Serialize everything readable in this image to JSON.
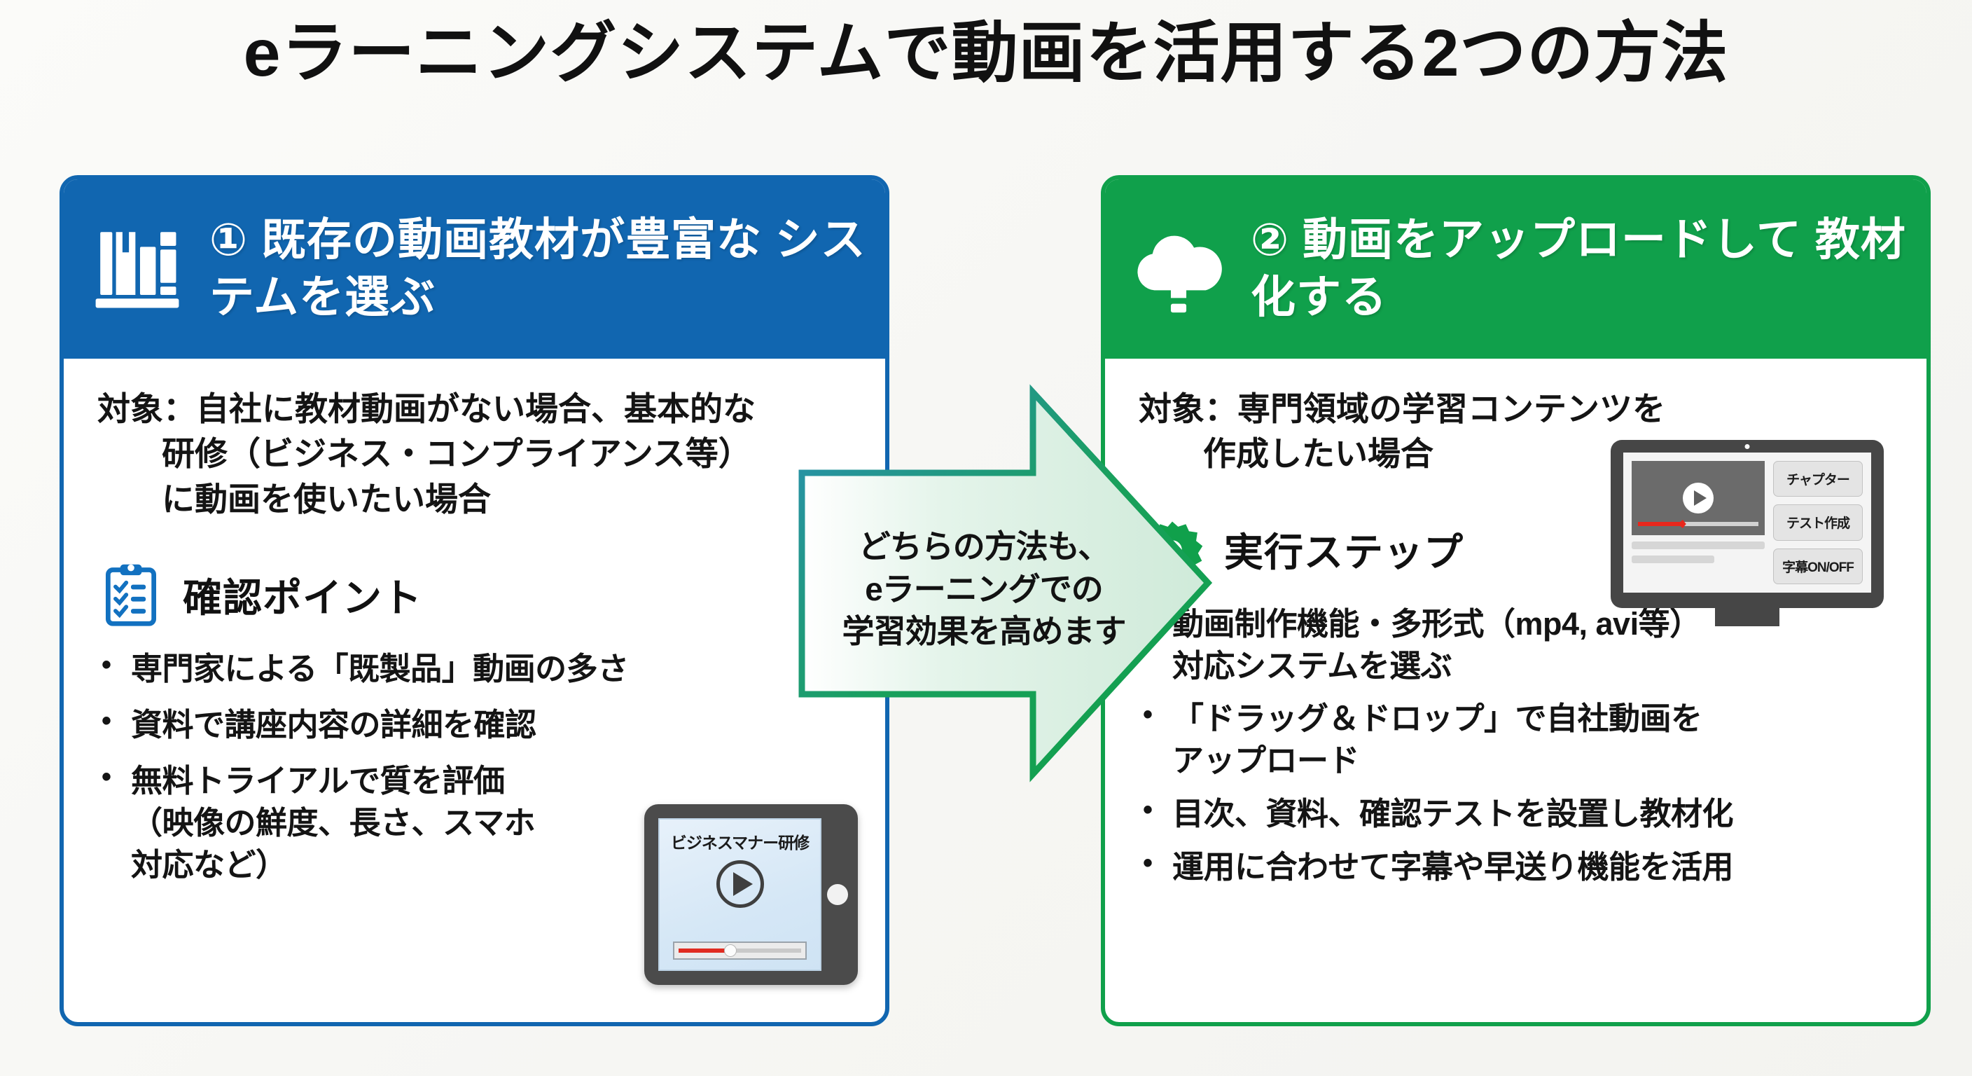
{
  "page": {
    "title": "eラーニングシステムで動画を活用する2つの方法",
    "background_color": "#faf9f7"
  },
  "colors": {
    "blue": "#1166b0",
    "green": "#10a04b",
    "text": "#141414",
    "arrow_stroke": "#16a05a",
    "accent_red": "#e8271c"
  },
  "left_panel": {
    "accent_color": "#1166b0",
    "icon": "bookshelf-icon",
    "header_title": "① 既存の動画教材が豊富な\nシステムを選ぶ",
    "header_title_line1": "① 既存の動画教材が豊富な",
    "header_title_line2": "システムを選ぶ",
    "target_line1": "対象：自社に教材動画がない場合、基本的な",
    "target_line2": "研修（ビジネス・コンプライアンス等）",
    "target_line3": "に動画を使いたい場合",
    "section_icon": "clipboard-checklist-icon",
    "section_title": "確認ポイント",
    "bullets": [
      "専門家による「既製品」動画の多さ",
      "資料で講座内容の詳細を確認",
      "無料トライアルで質を評価\n（映像の鮮度、長さ、スマホ\n対応など）"
    ],
    "bullet_items": [
      {
        "line1": "専門家による「既製品」動画の多さ"
      },
      {
        "line1": "資料で講座内容の詳細を確認"
      },
      {
        "line1": "無料トライアルで質を評価",
        "line2": "（映像の鮮度、長さ、スマホ",
        "line3": "対応など）"
      }
    ],
    "device": {
      "type": "tablet",
      "screen_title": "ビジネスマナー研修",
      "play_icon": "play-icon",
      "progress_percent": 38
    }
  },
  "right_panel": {
    "accent_color": "#10a04b",
    "icon": "cloud-upload-icon",
    "header_title_line1": "② 動画をアップロードして",
    "header_title_line2": "教材化する",
    "target_line1": "対象：専門領域の学習コンテンツを",
    "target_line2": "作成したい場合",
    "section_icon": "gear-icon",
    "section_title": "実行ステップ",
    "bullet_items": [
      {
        "line1": "動画制作機能・多形式（mp4, avi等）",
        "line2": "対応システムを選ぶ"
      },
      {
        "line1": "「ドラッグ＆ドロップ」で自社動画を",
        "line2": "アップロード"
      },
      {
        "line1": "目次、資料、確認テストを設置し教材化"
      },
      {
        "line1": "運用に合わせて字幕や早送り機能を活用"
      }
    ],
    "device": {
      "type": "monitor",
      "play_icon": "play-icon",
      "progress_percent": 36,
      "buttons": [
        "チャプター",
        "テスト作成",
        "字幕ON/OFF"
      ]
    }
  },
  "center_arrow": {
    "direction": "right",
    "caption_line1": "どちらの方法も、",
    "caption_line2": "eラーニングでの",
    "caption_line3": "学習効果を高めます",
    "fill_start": "#e7f6ec",
    "fill_end": "#ffffff",
    "stroke": "#16a05a"
  }
}
